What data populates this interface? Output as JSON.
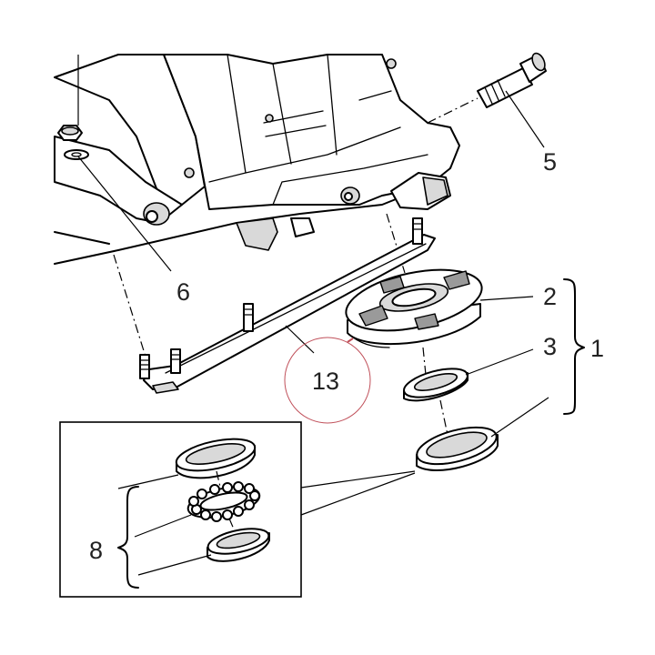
{
  "callouts": {
    "c1": "1",
    "c2": "2",
    "c3": "3",
    "c5": "5",
    "c6": "6",
    "c8": "8",
    "c13": "13"
  },
  "colors": {
    "line": "#000000",
    "shade": "#d9d9d9",
    "highlight_circle": "#c0505a",
    "label": "#222222"
  }
}
